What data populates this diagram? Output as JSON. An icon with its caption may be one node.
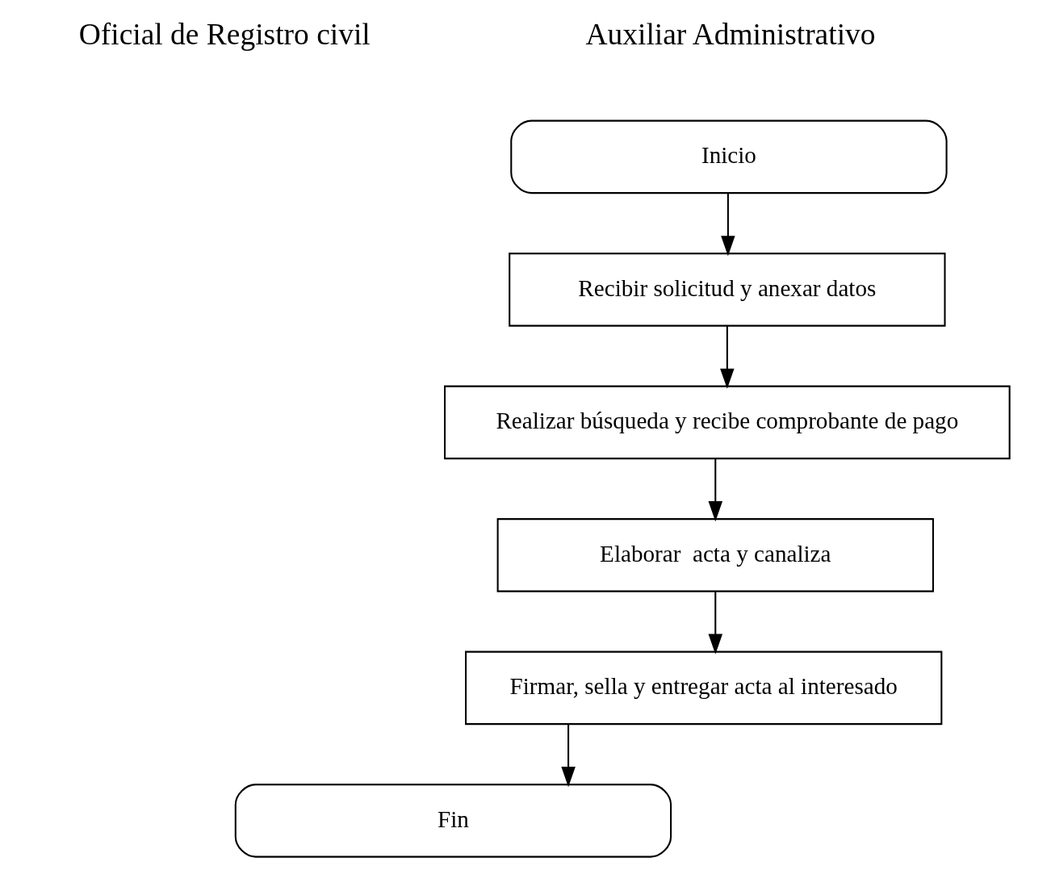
{
  "diagram": {
    "nodes": [
      {
        "text": [
          "Inicio"
        ]
      },
      {
        "text": [
          "Recibir solicitud y anexar datos"
        ]
      },
      {
        "text": [
          "Realizar búsqueda y recibe comprobante de pago"
        ]
      },
      {
        "text": [
          "Elaborar  acta y canaliza"
        ]
      },
      {
        "text": [
          "Firmar, sella y entregar acta al interesado"
        ]
      },
      {
        "text": [
          "Fin"
        ]
      }
    ],
    "edges": [
      {
        "from": 0,
        "to": 1,
        "arrow": "to"
      },
      {
        "from": 1,
        "to": 2,
        "arrow": "to"
      },
      {
        "from": 2,
        "to": 3,
        "arrow": "to"
      },
      {
        "from": 3,
        "to": 4,
        "arrow": "to"
      },
      {
        "from": 4,
        "to": 5,
        "arrow": "to"
      }
    ],
    "labels": [
      "Auxiliar Administrativo",
      "Oficial de Registro civil"
    ]
  }
}
